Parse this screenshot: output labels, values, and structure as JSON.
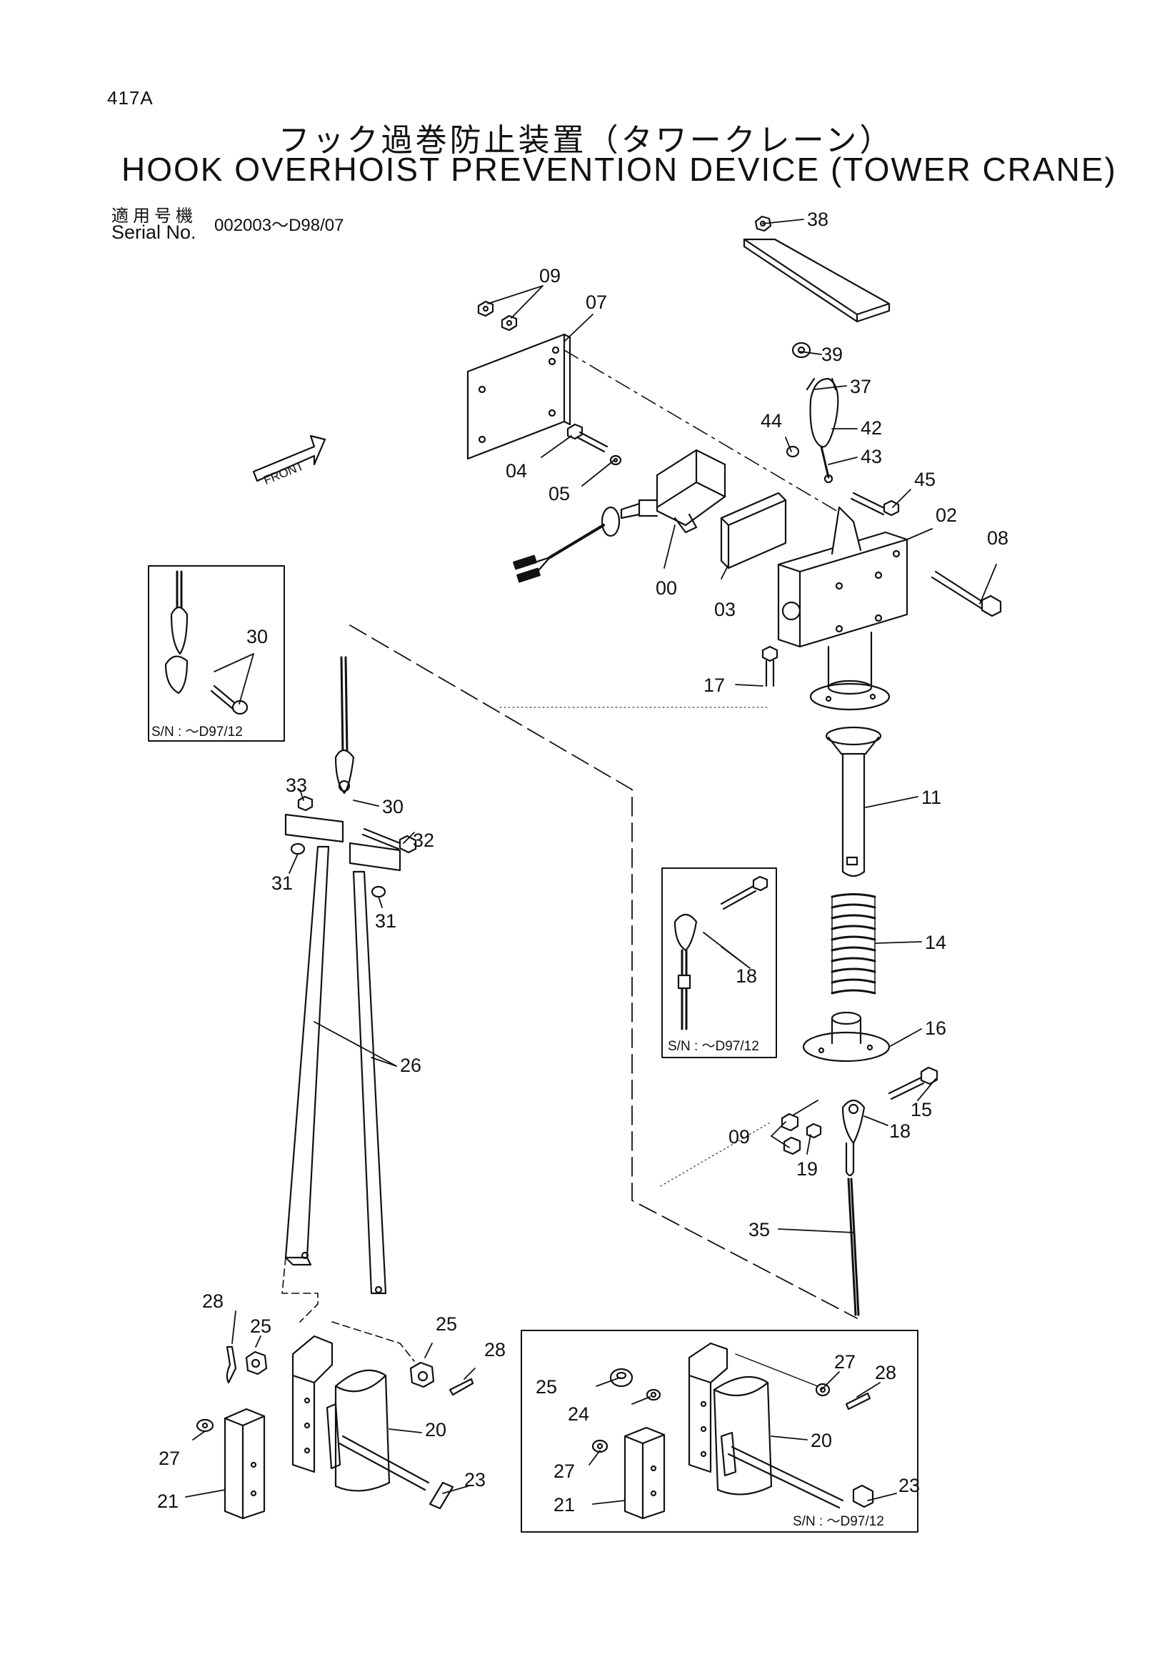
{
  "header": {
    "page_code": "417A",
    "title_jp": "フック過巻防止装置（タワークレーン）",
    "title_en": "HOOK OVERHOIST PREVENTION DEVICE (TOWER CRANE)",
    "serial_label_jp": "適用号機",
    "serial_label_en": "Serial No.",
    "serial_range": "002003～D98/07"
  },
  "front_label": "FRONT",
  "callouts": {
    "c00": "00",
    "c02": "02",
    "c03": "03",
    "c04": "04",
    "c05": "05",
    "c07": "07",
    "c08": "08",
    "c09a": "09",
    "c09b": "09",
    "c11": "11",
    "c14": "14",
    "c15": "15",
    "c16": "16",
    "c17": "17",
    "c18a": "18",
    "c18b": "18",
    "c19": "19",
    "c20a": "20",
    "c20b": "20",
    "c21a": "21",
    "c21b": "21",
    "c23a": "23",
    "c23b": "23",
    "c24": "24",
    "c25a": "25",
    "c25b": "25",
    "c25c": "25",
    "c26": "26",
    "c27a": "27",
    "c27b": "27",
    "c27c": "27",
    "c28a": "28",
    "c28b": "28",
    "c30a": "30",
    "c30b": "30",
    "c31a": "31",
    "c31b": "31",
    "c32": "32",
    "c33": "33",
    "c35": "35",
    "c37": "37",
    "c38": "38",
    "c39": "39",
    "c42": "42",
    "c43": "43",
    "c44": "44",
    "c45": "45"
  },
  "inset_notes": {
    "inset_30": "S/N : ～D97/12",
    "inset_18": "S/N : ～D97/12",
    "inset_bottom": "S/N : ～D97/12"
  }
}
